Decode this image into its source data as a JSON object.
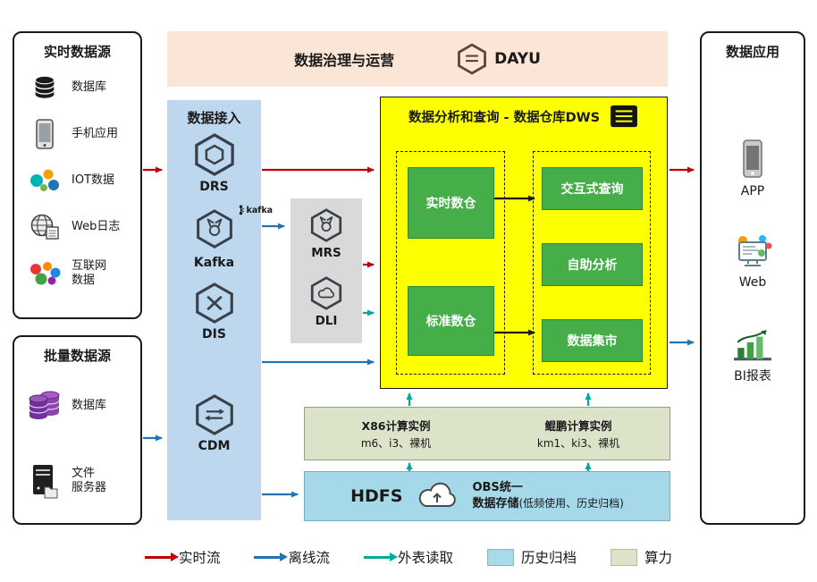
{
  "colors": {
    "realtime_flow": "#c00000",
    "offline_flow": "#2374b5",
    "external_read": "#00a99c",
    "dws_bg": "#feff00",
    "green_box": "#45ae49",
    "banner_bg": "#fbe5d6",
    "ingestion_bg": "#bdd7ee",
    "middleware_bg": "#d9d9d9",
    "compute_bg": "#dbe3c9",
    "storage_bg": "#a5d8e8"
  },
  "banner": {
    "title": "数据治理与运营",
    "dayu_label": "DAYU"
  },
  "realtime_sources": {
    "title": "实时数据源",
    "items": [
      {
        "label": "数据库",
        "icon": "database-icon"
      },
      {
        "label": "手机应用",
        "icon": "phone-icon"
      },
      {
        "label": "IOT数据",
        "icon": "iot-icon"
      },
      {
        "label": "Web日志",
        "icon": "web-log-icon"
      },
      {
        "label": "互联网\n数据",
        "icon": "internet-data-icon"
      }
    ]
  },
  "batch_sources": {
    "title": "批量数据源",
    "items": [
      {
        "label": "数据库",
        "icon": "database-purple-icon"
      },
      {
        "label": "文件\n服务器",
        "icon": "file-server-icon"
      }
    ]
  },
  "ingestion": {
    "title": "数据接入",
    "services": [
      {
        "label": "DRS"
      },
      {
        "label": "Kafka",
        "badge": "kafka"
      },
      {
        "label": "DIS"
      },
      {
        "label": "CDM"
      }
    ]
  },
  "middleware": {
    "services": [
      {
        "label": "MRS"
      },
      {
        "label": "DLI"
      }
    ]
  },
  "dws": {
    "title": "数据分析和查询 - 数据仓库DWS",
    "warehouses": [
      {
        "label": "实时数仓"
      },
      {
        "label": "标准数仓"
      }
    ],
    "services": [
      {
        "label": "交互式查询"
      },
      {
        "label": "自助分析"
      },
      {
        "label": "数据集市"
      }
    ]
  },
  "compute": {
    "instances": [
      {
        "name": "X86计算实例",
        "spec": "m6、i3、裸机"
      },
      {
        "name": "鲲鹏计算实例",
        "spec": "km1、ki3、裸机"
      }
    ]
  },
  "storage": {
    "hdfs_label": "HDFS",
    "obs_line1": "OBS统一",
    "obs_line2": "数据存储",
    "obs_note": "(低频使用、历史归档)"
  },
  "applications": {
    "title": "数据应用",
    "items": [
      {
        "label": "APP",
        "icon": "app-phone-icon"
      },
      {
        "label": "Web",
        "icon": "web-app-icon"
      },
      {
        "label": "BI报表",
        "icon": "bi-report-icon"
      }
    ]
  },
  "legend": {
    "items": [
      {
        "label": "实时流",
        "type": "arrow",
        "color": "#c00000"
      },
      {
        "label": "离线流",
        "type": "arrow",
        "color": "#2374b5"
      },
      {
        "label": "外表读取",
        "type": "arrow",
        "color": "#00a99c"
      },
      {
        "label": "历史归档",
        "type": "swatch",
        "color": "#aad9ea"
      },
      {
        "label": "算力",
        "type": "swatch",
        "color": "#dbe3c9"
      }
    ]
  }
}
